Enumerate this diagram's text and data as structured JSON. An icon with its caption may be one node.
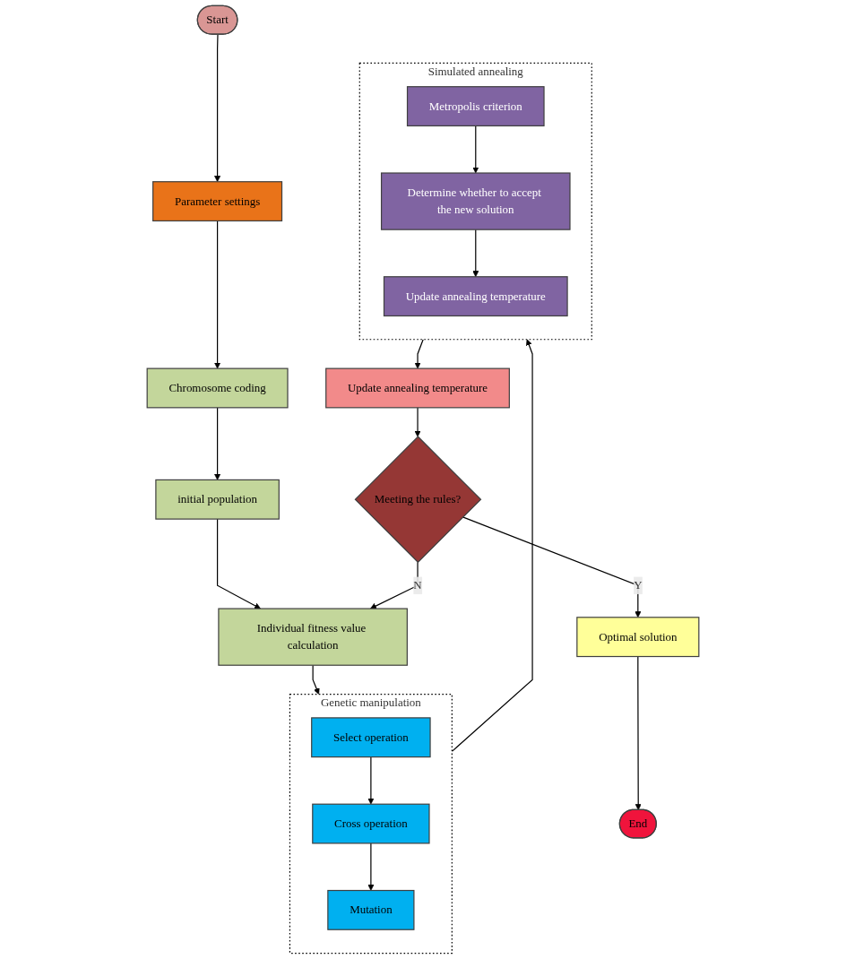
{
  "diagram": {
    "nodes": [
      {
        "text": [
          "Start"
        ]
      },
      {
        "text": [
          "Parameter settings"
        ]
      },
      {
        "text": [
          "Chromosome coding"
        ]
      },
      {
        "text": [
          "initial population"
        ]
      },
      {
        "text": [
          "Individual fitness value calculation"
        ]
      },
      {
        "text": [
          "Genetic manipulation"
        ]
      },
      {
        "text": [
          "Select operation"
        ],
        "in": 5
      },
      {
        "text": [
          "Cross operation"
        ],
        "in": 5
      },
      {
        "text": [
          "Mutation"
        ],
        "in": 5
      },
      {
        "text": [
          "Simulated annealing"
        ]
      },
      {
        "text": [
          "Metropolis criterion"
        ],
        "in": 9
      },
      {
        "text": [
          "Determine whether to accept the new solution"
        ],
        "in": 9
      },
      {
        "text": [
          "Update annealing temperature"
        ],
        "in": 9
      },
      {
        "text": [
          "Update annealing temperature"
        ]
      },
      {
        "text": [
          "Meeting the rules?"
        ]
      },
      {
        "text": [
          "Optimal solution"
        ]
      },
      {
        "text": [
          "End"
        ]
      }
    ],
    "edges": [
      {
        "from": 0,
        "to": 1,
        "arrow": "to"
      },
      {
        "from": 1,
        "to": 2,
        "arrow": "to"
      },
      {
        "from": 2,
        "to": 3,
        "arrow": "to"
      },
      {
        "from": 3,
        "to": 4,
        "arrow": "to"
      },
      {
        "from": 4,
        "to": 5,
        "arrow": "to"
      },
      {
        "from": 6,
        "to": 7,
        "arrow": "to"
      },
      {
        "from": 7,
        "to": 8,
        "arrow": "to"
      },
      {
        "from": 5,
        "to": 9,
        "arrow": "to"
      },
      {
        "from": 10,
        "to": 11,
        "arrow": "to"
      },
      {
        "from": 11,
        "to": 12,
        "arrow": "to"
      },
      {
        "from": 9,
        "to": 13,
        "arrow": "to"
      },
      {
        "from": 13,
        "to": 14,
        "arrow": "to"
      },
      {
        "from": 14,
        "to": 15,
        "label": "Y",
        "arrow": "to"
      },
      {
        "from": 15,
        "to": 16,
        "arrow": "to"
      },
      {
        "from": 14,
        "to": 4,
        "label": "N",
        "arrow": "to"
      }
    ]
  }
}
